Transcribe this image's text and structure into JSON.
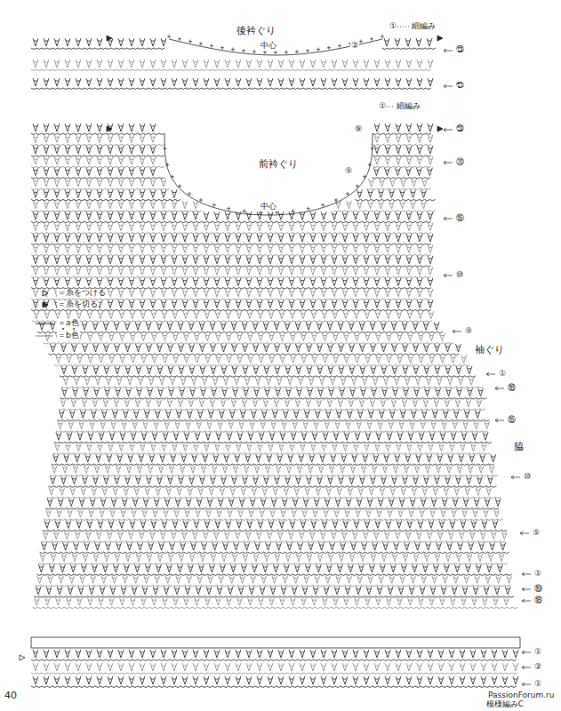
{
  "diagram": {
    "caption": "模様編みC",
    "labels": [
      "後衿ぐり",
      "中心",
      "細編み",
      "①",
      "②",
      "㉓",
      "㉑",
      "細編み",
      "①",
      "⑨",
      "㉓",
      "前衿ぐり",
      "⑤",
      "⑳",
      "中心",
      "⑮",
      "⑩",
      "⑤",
      "袖ぐり",
      "①",
      "⑱",
      "⑮",
      "脇",
      "⑩",
      "⑤",
      "①",
      "⑲",
      "⑱",
      "①",
      "②",
      "①",
      "40",
      "PassionForum.ru"
    ],
    "legend": [
      {
        "text": "＝糸をつける"
      },
      {
        "text": "＝糸を切る"
      },
      {
        "text": "＝a色"
      },
      {
        "text": "＝b色"
      }
    ]
  }
}
